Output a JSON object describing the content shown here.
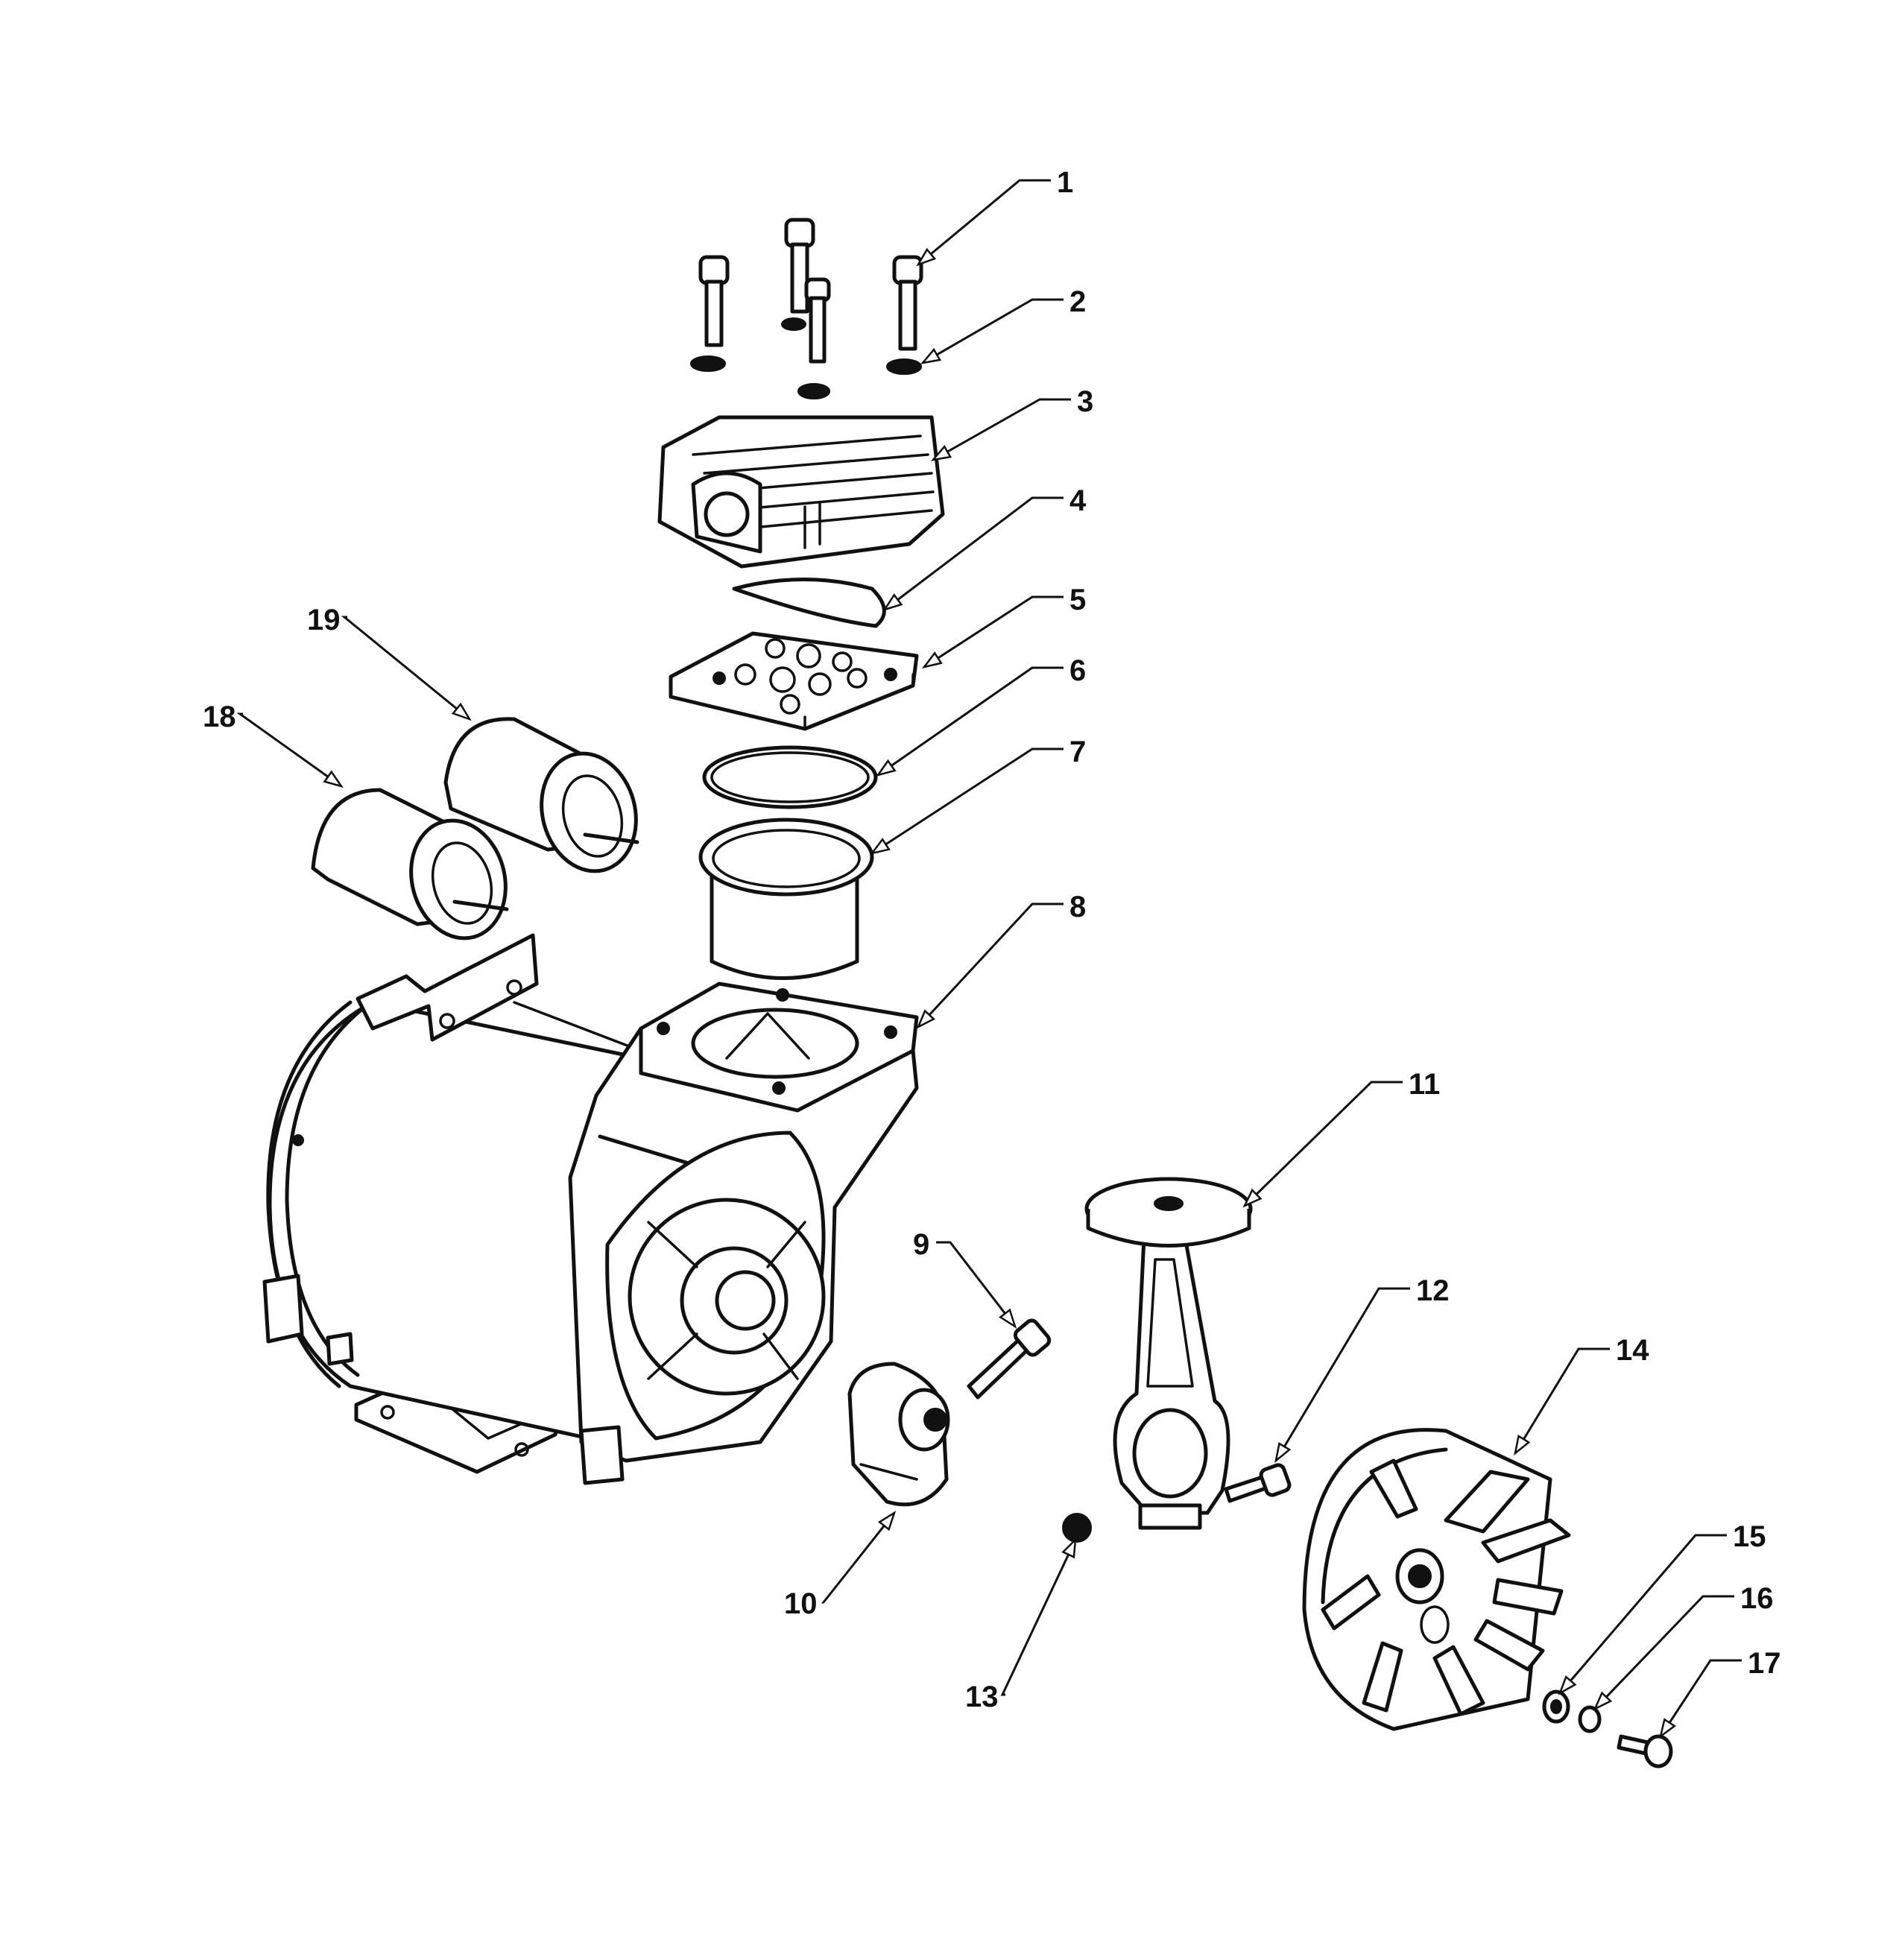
{
  "callouts": [
    {
      "id": 1,
      "label": "1"
    },
    {
      "id": 2,
      "label": "2"
    },
    {
      "id": 3,
      "label": "3"
    },
    {
      "id": 4,
      "label": "4"
    },
    {
      "id": 5,
      "label": "5"
    },
    {
      "id": 6,
      "label": "6"
    },
    {
      "id": 7,
      "label": "7"
    },
    {
      "id": 8,
      "label": "8"
    },
    {
      "id": 9,
      "label": "9"
    },
    {
      "id": 10,
      "label": "10"
    },
    {
      "id": 11,
      "label": "11"
    },
    {
      "id": 12,
      "label": "12"
    },
    {
      "id": 13,
      "label": "13"
    },
    {
      "id": 14,
      "label": "14"
    },
    {
      "id": 15,
      "label": "15"
    },
    {
      "id": 16,
      "label": "16"
    },
    {
      "id": 17,
      "label": "17"
    },
    {
      "id": 18,
      "label": "18"
    },
    {
      "id": 19,
      "label": "19"
    }
  ]
}
